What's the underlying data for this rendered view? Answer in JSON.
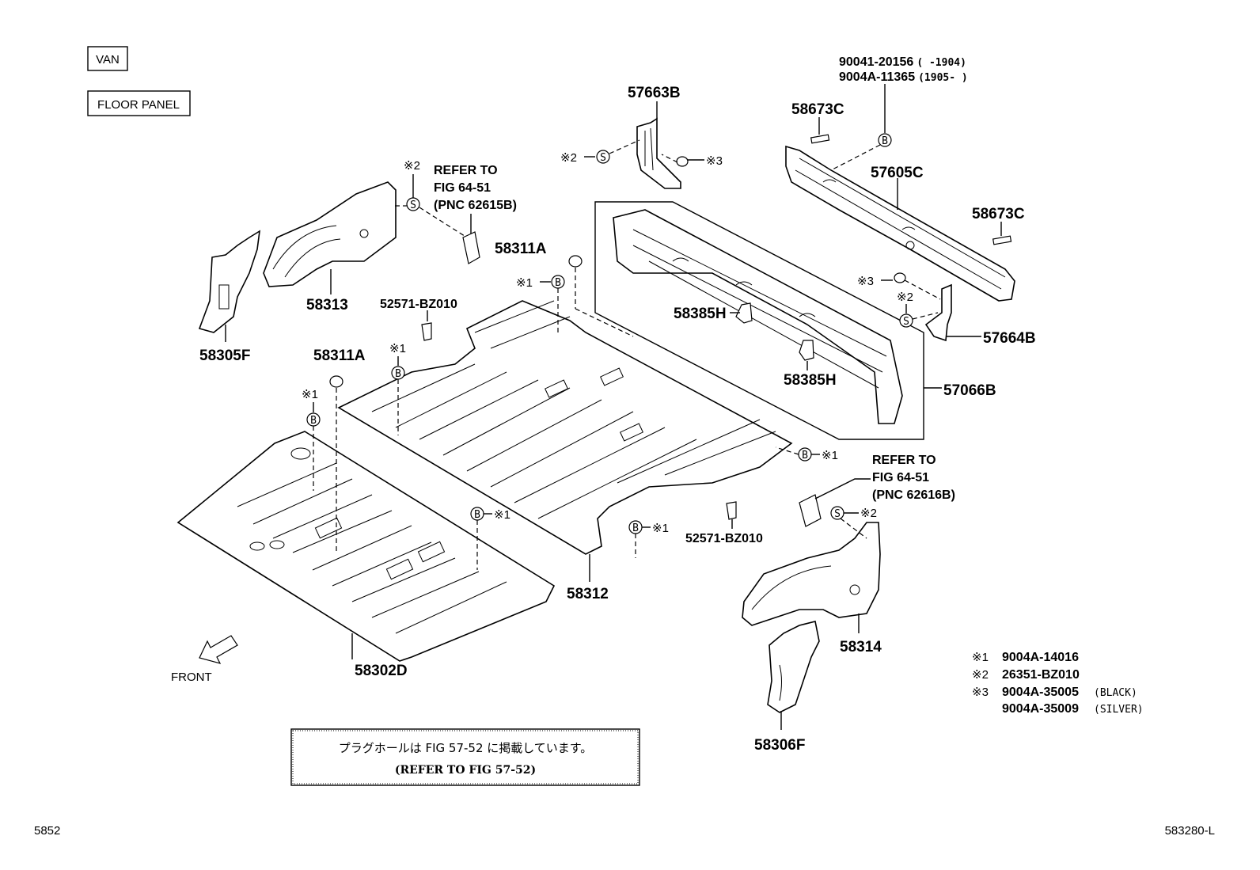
{
  "labels": {
    "van": "VAN",
    "floor_panel": "FLOOR PANEL",
    "front": "FRONT",
    "page_left": "5852",
    "page_right": "583280-L",
    "note_jp": "プラグホールは FIG 57-52 に掲載しています。",
    "note_en": "(REFER TO FIG 57-52)",
    "refer_left": [
      "REFER TO",
      "FIG 64-51",
      "(PNC 62615B)"
    ],
    "refer_right": [
      "REFER TO",
      "FIG 64-51",
      "(PNC 62616B)"
    ]
  },
  "parts": {
    "p58302D": "58302D",
    "p58305F": "58305F",
    "p58306F": "58306F",
    "p58311A_1": "58311A",
    "p58311A_2": "58311A",
    "p58312": "58312",
    "p58313": "58313",
    "p58314": "58314",
    "p58385H_1": "58385H",
    "p58385H_2": "58385H",
    "p52571_1": "52571-BZ010",
    "p52571_2": "52571-BZ010",
    "p57663B": "57663B",
    "p57664B": "57664B",
    "p57605C": "57605C",
    "p57066B": "57066B",
    "p58673C_1": "58673C",
    "p58673C_2": "58673C",
    "bolt_a": "90041-20156",
    "bolt_a_range": "(    -1904)",
    "bolt_b": "9004A-11365",
    "bolt_b_range": "(1905-    )"
  },
  "markers": {
    "m1": "※1",
    "m2": "※2",
    "m3": "※3",
    "b": "B",
    "s": "S"
  },
  "legend": [
    {
      "mark": "※1",
      "part": "9004A-14016",
      "note": ""
    },
    {
      "mark": "※2",
      "part": "26351-BZ010",
      "note": ""
    },
    {
      "mark": "※3",
      "part": "9004A-35005",
      "note": "(BLACK)"
    },
    {
      "mark": "",
      "part": "9004A-35009",
      "note": "(SILVER)"
    }
  ]
}
